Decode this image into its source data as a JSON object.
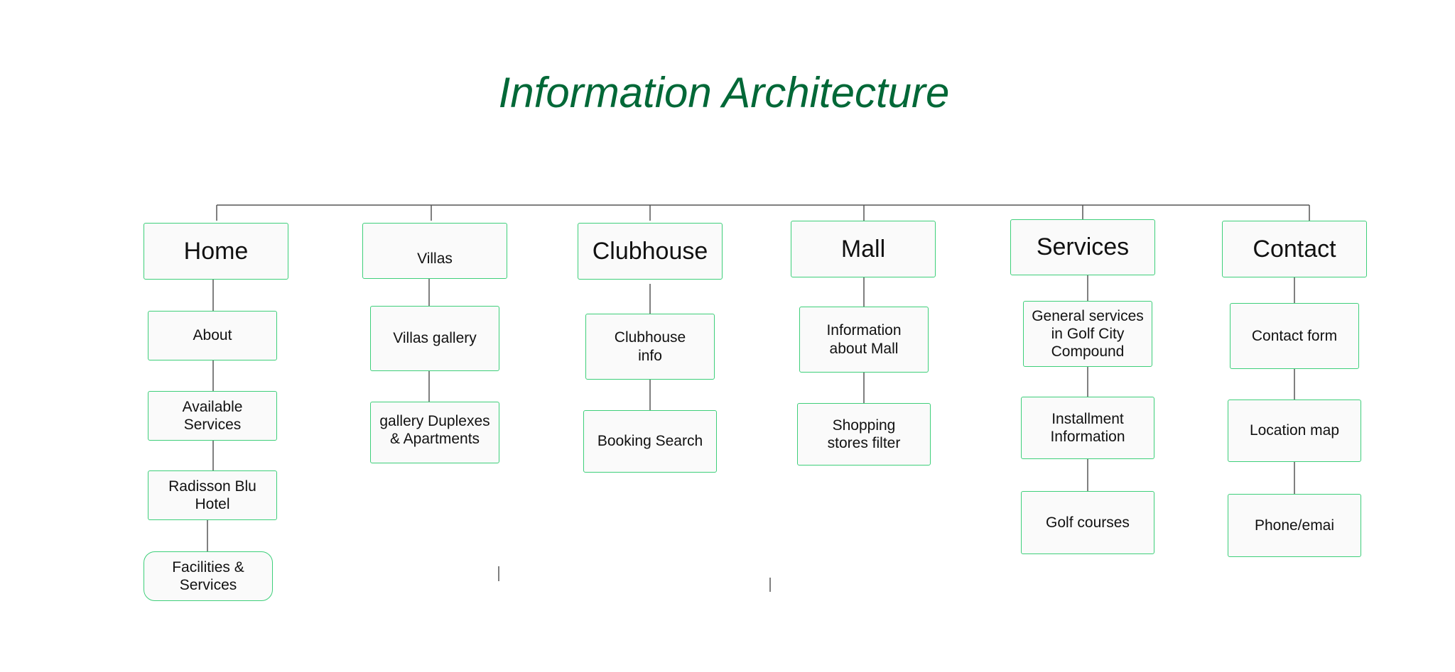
{
  "title": "Information Architecture",
  "columns": [
    {
      "label": "Home",
      "children": [
        "About",
        "Available\nServices",
        "Radisson Blu\nHotel",
        "Facilities &\nServices"
      ]
    },
    {
      "label": "Villas",
      "children": [
        "Villas gallery",
        "gallery Duplexes\n& Apartments"
      ]
    },
    {
      "label": "Clubhouse",
      "children": [
        "Clubhouse\ninfo",
        "Booking Search"
      ]
    },
    {
      "label": "Mall",
      "children": [
        "Information\nabout Mall",
        "Shopping\nstores filter"
      ]
    },
    {
      "label": "Services",
      "children": [
        "General services\nin Golf City\nCompound",
        "Installment\nInformation",
        "Golf courses"
      ]
    },
    {
      "label": "Contact",
      "children": [
        "Contact form",
        "Location map",
        "Phone/emai"
      ]
    }
  ]
}
